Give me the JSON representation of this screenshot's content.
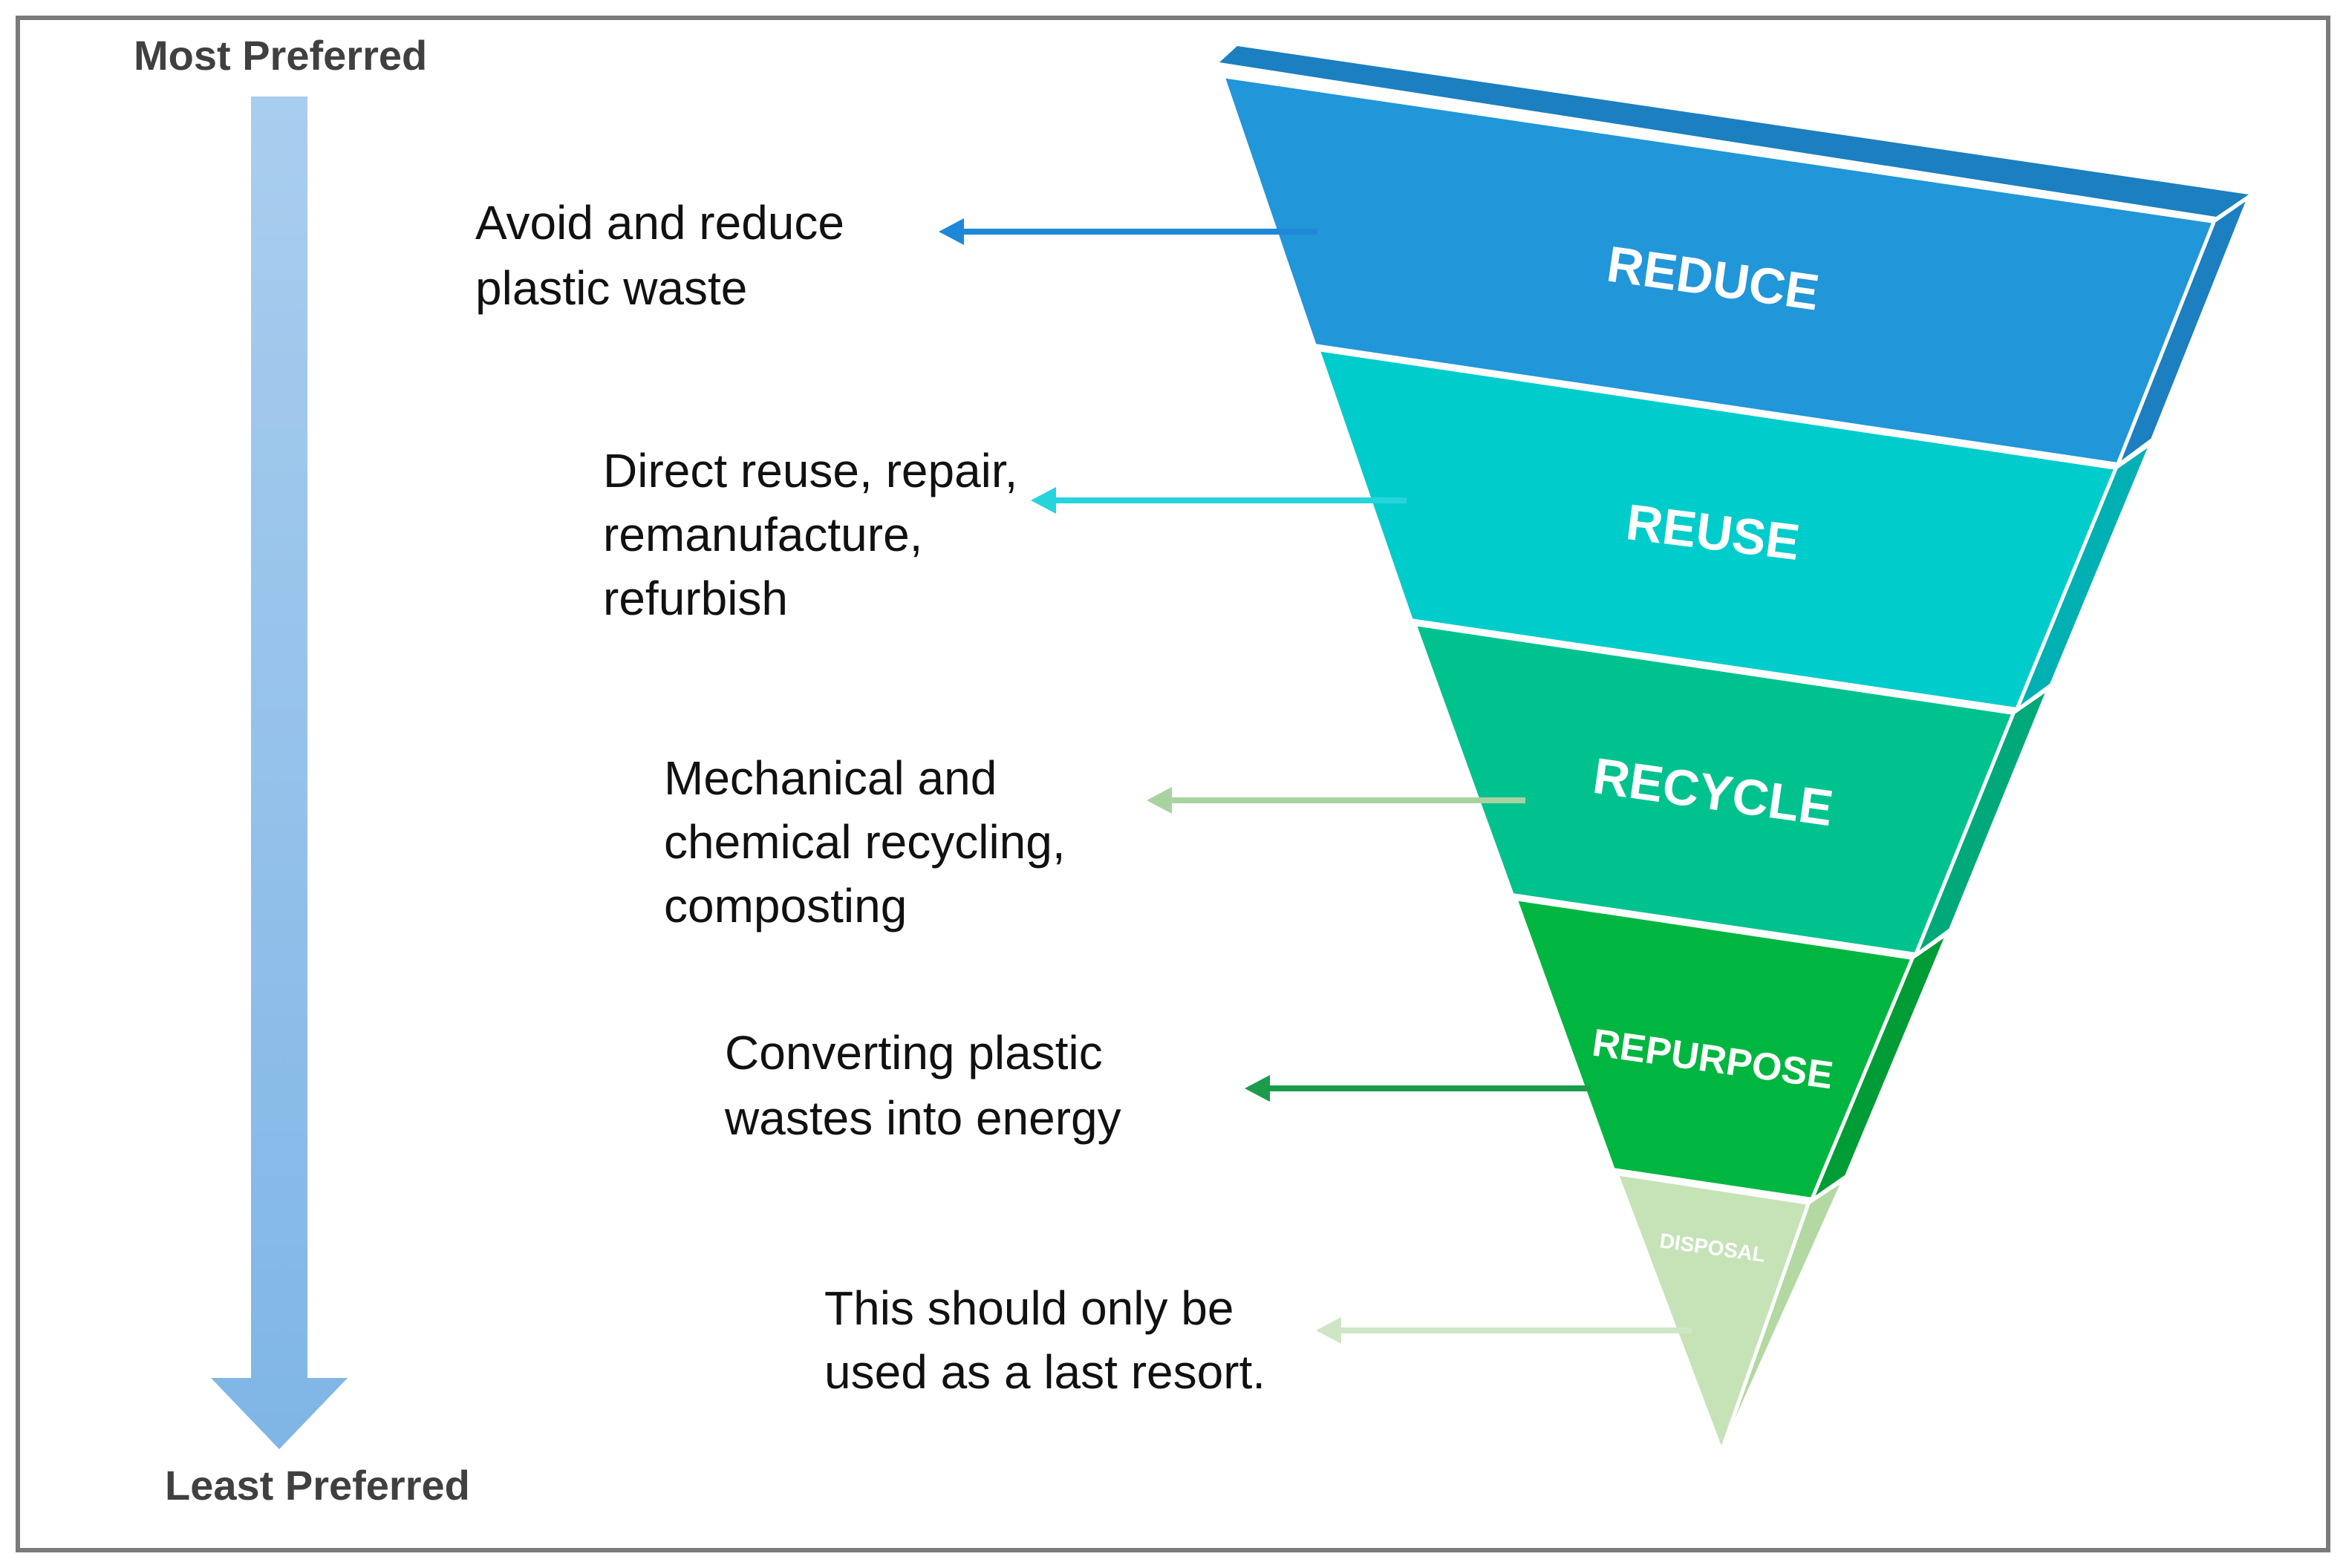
{
  "scale": {
    "top_label": "Most Preferred",
    "bottom_label": "Least Preferred"
  },
  "tiers": [
    {
      "label": "REDUCE",
      "description": [
        "Avoid and reduce",
        "plastic waste"
      ],
      "color": "#2196d8",
      "side": "#1b7fc0",
      "arrow": "#1e88d6"
    },
    {
      "label": "REUSE",
      "description": [
        "Direct reuse, repair,",
        "remanufacture,",
        "refurbish"
      ],
      "color": "#00cccc",
      "side": "#00b0b3",
      "arrow": "#26d4dc"
    },
    {
      "label": "RECYCLE",
      "description": [
        "Mechanical and",
        "chemical recycling,",
        "composting"
      ],
      "color": "#00c28f",
      "side": "#00a97a",
      "arrow": "#a8d3a0"
    },
    {
      "label": "REPURPOSE",
      "description": [
        "Converting plastic",
        "wastes into energy"
      ],
      "color": "#00b640",
      "side": "#009c36",
      "arrow": "#1a9c4a"
    },
    {
      "label": "DISPOSAL",
      "description": [
        "This should only be",
        "used as a last resort."
      ],
      "color": "#c6e3b8",
      "side": "#b3d8a2",
      "arrow": "#cfe6c6"
    }
  ],
  "colors": {
    "frame": "#7a7a7a",
    "scale_arrow_top": "#a9cdee",
    "scale_arrow_bottom": "#7fb6e6"
  }
}
